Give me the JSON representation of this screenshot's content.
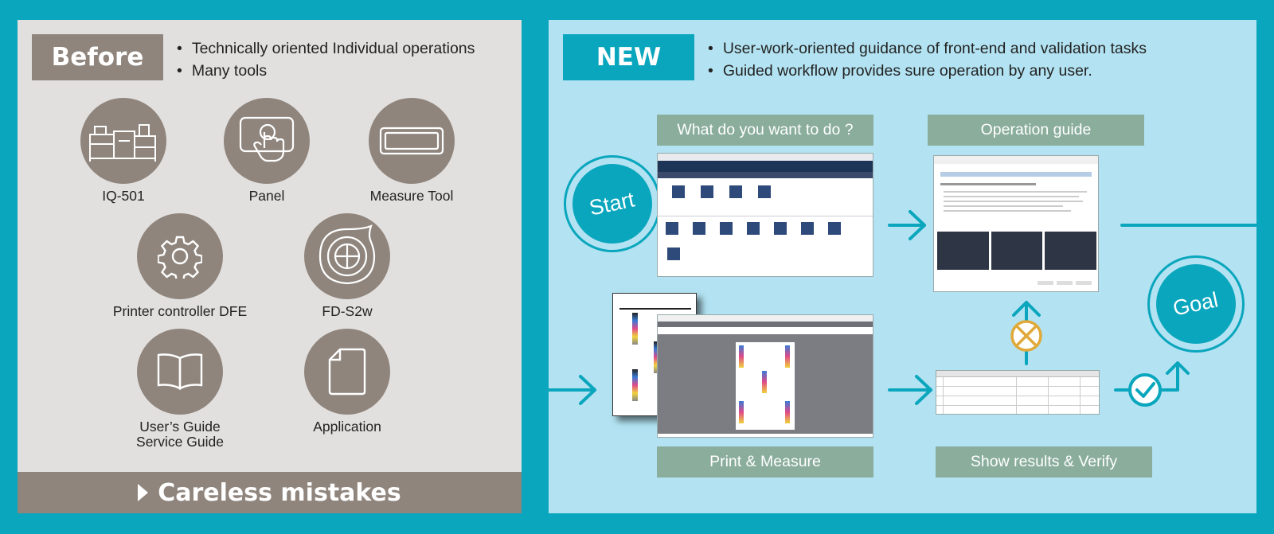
{
  "before": {
    "tag": "Before",
    "bullets": [
      "Technically oriented Individual operations",
      "Many tools"
    ],
    "tools": [
      {
        "name": "IQ-501",
        "icon": "printer-icon"
      },
      {
        "name": "Panel",
        "icon": "touch-panel-icon"
      },
      {
        "name": "Measure Tool",
        "icon": "measure-device-icon"
      },
      {
        "name": "Printer controller DFE",
        "icon": "gear-icon"
      },
      {
        "name": "FD-S2w",
        "icon": "spectrophotometer-icon"
      },
      {
        "name": "User’s Guide",
        "name2": "Service Guide",
        "icon": "book-icon"
      },
      {
        "name": "Application",
        "icon": "document-icon"
      }
    ],
    "bottom": "Careless mistakes"
  },
  "new": {
    "tag": "NEW",
    "bullets": [
      "User-work-oriented guidance of front-end and validation tasks",
      "Guided workflow provides sure operation by any user."
    ],
    "start": "Start",
    "goal": "Goal",
    "steps": {
      "what": "What do you want to do ?",
      "guide": "Operation guide",
      "print": "Print & Measure",
      "results": "Show results & Verify"
    }
  },
  "colors": {
    "frame": "#0aa6bd",
    "before_bg": "#e2e0de",
    "new_bg": "#b3e3f2",
    "taupe": "#8f857d",
    "sage": "#8aad9c",
    "warning": "#e0a93a"
  }
}
